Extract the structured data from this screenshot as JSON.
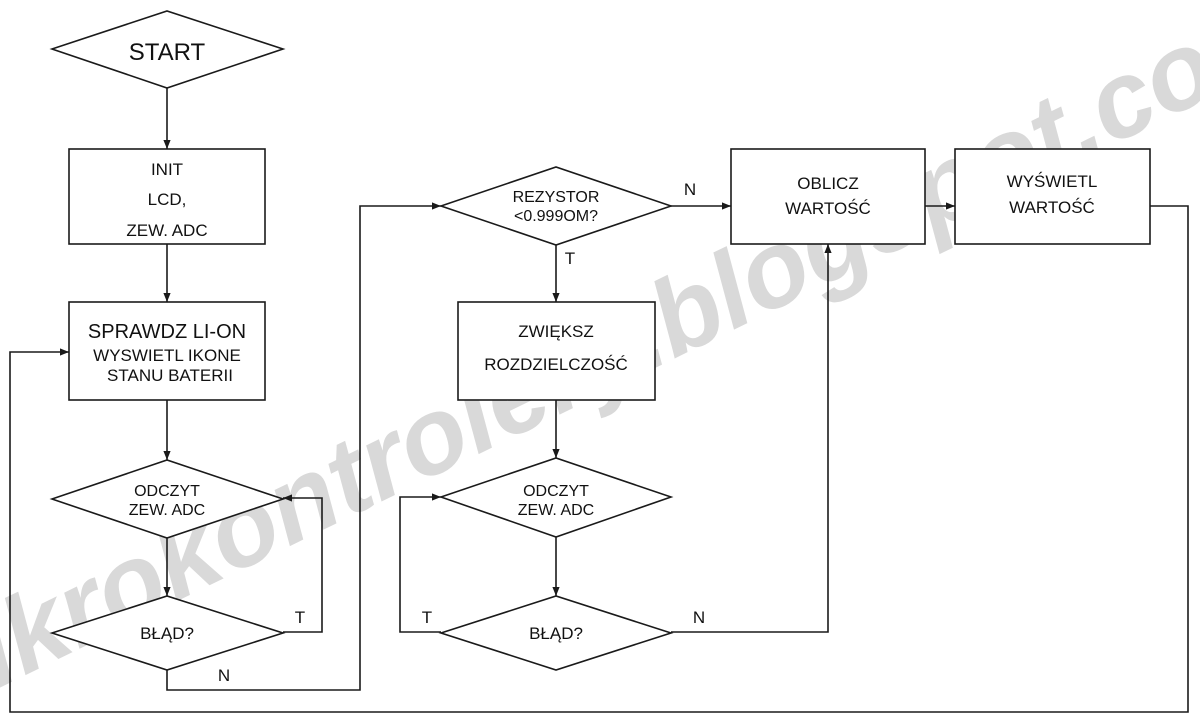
{
  "watermark": "mikrokontrolery.blogspot.com",
  "colors": {
    "line": "#1a1a1a",
    "text": "#111111",
    "watermark": "#d9d9d9",
    "background": "#ffffff"
  },
  "nodes": {
    "start": {
      "label": "START"
    },
    "init": {
      "lines": [
        "INIT",
        "LCD,",
        "ZEW. ADC"
      ]
    },
    "check_battery": {
      "lines": [
        "SPRAWDZ LI-ON",
        "WYSWIETL IKONE",
        "STANU BATERII"
      ]
    },
    "read_adc_1": {
      "lines": [
        "ODCZYT",
        "ZEW. ADC"
      ]
    },
    "error_1": {
      "label": "BŁĄD?"
    },
    "resistor_check": {
      "lines": [
        "REZYSTOR",
        "<0.999OM?"
      ]
    },
    "increase_resolution": {
      "lines": [
        "ZWIĘKSZ",
        "ROZDZIELCZOŚĆ"
      ]
    },
    "read_adc_2": {
      "lines": [
        "ODCZYT",
        "ZEW. ADC"
      ]
    },
    "error_2": {
      "label": "BŁĄD?"
    },
    "calculate": {
      "lines": [
        "OBLICZ",
        "WARTOŚĆ"
      ]
    },
    "display": {
      "lines": [
        "WYŚWIETL",
        "WARTOŚĆ"
      ]
    }
  },
  "edge_labels": {
    "error_1_yes": "T",
    "error_1_no": "N",
    "resistor_yes": "T",
    "resistor_no": "N",
    "error_2_yes": "T",
    "error_2_no": "N"
  }
}
